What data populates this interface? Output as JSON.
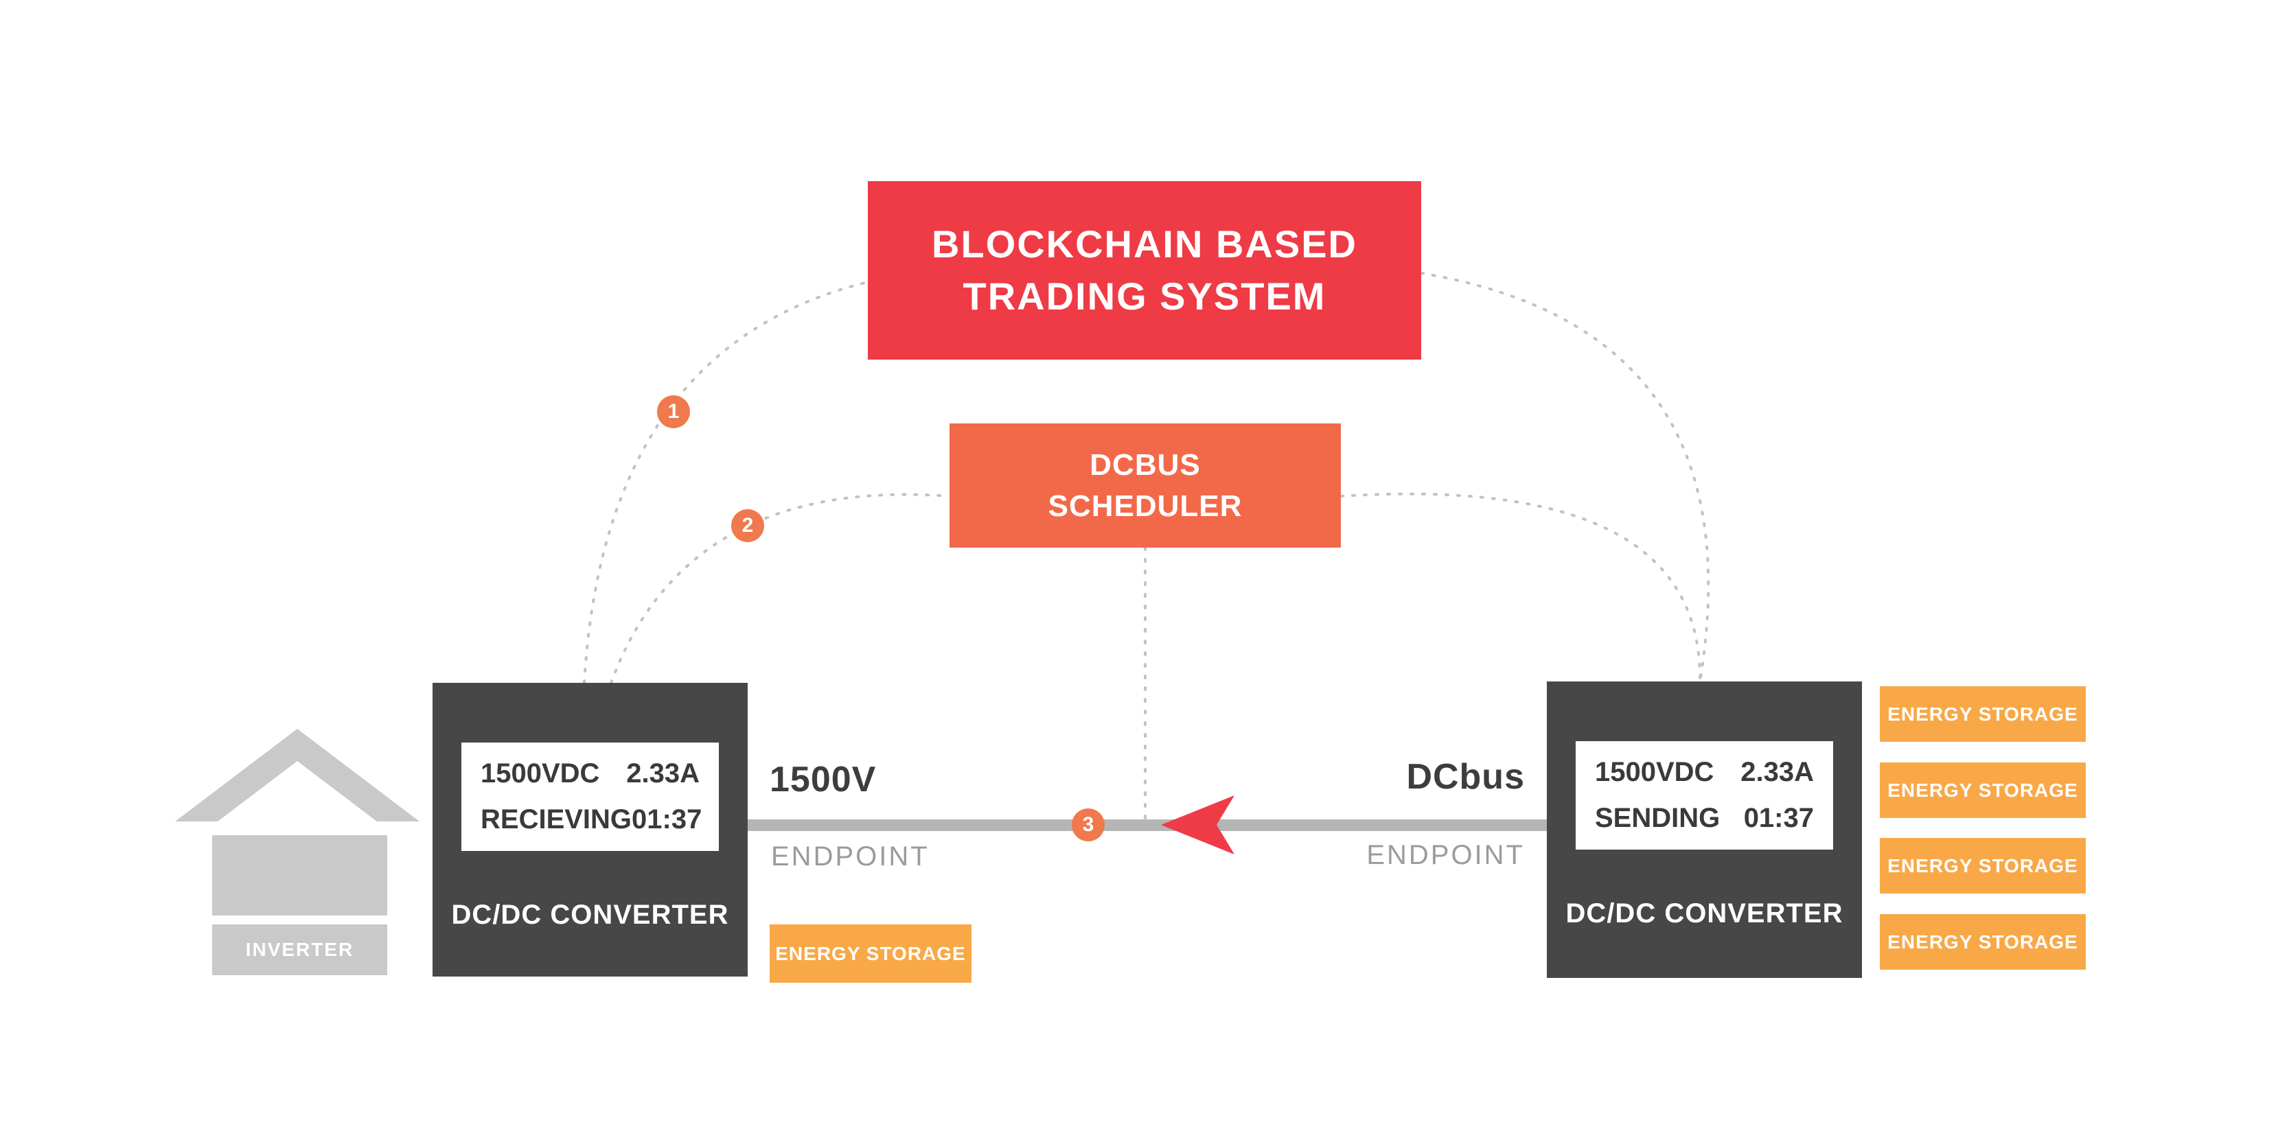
{
  "colors": {
    "trading_red": "#ee3b46",
    "scheduler_orange": "#f2694a",
    "storage_amber": "#f9a848",
    "badge_orange": "#f0794d",
    "converter_dark": "#474747",
    "house_gray": "#c9c9c9",
    "bus_gray": "#b5b5b5",
    "muted_text": "#9b9b9b",
    "dark_text": "#3d3d3d"
  },
  "trading_system": {
    "line1": "BLOCKCHAIN BASED",
    "line2": "TRADING SYSTEM"
  },
  "scheduler": {
    "line1": "DCBUS",
    "line2": "SCHEDULER"
  },
  "left_converter": {
    "display": {
      "voltage": "1500VDC",
      "current": "2.33A",
      "mode": "RECIEVING",
      "time": "01:37"
    },
    "label": "DC/DC CONVERTER"
  },
  "right_converter": {
    "display": {
      "voltage": "1500VDC",
      "current": "2.33A",
      "mode": "SENDING",
      "time": "01:37"
    },
    "label": "DC/DC CONVERTER"
  },
  "bus": {
    "left_label": "1500V",
    "left_sublabel": "ENDPOINT",
    "right_label": "DCbus",
    "right_sublabel": "ENDPOINT"
  },
  "house": {
    "label": "INVERTER"
  },
  "badges": [
    "1",
    "2",
    "3"
  ],
  "energy_storage": {
    "left": [
      "ENERGY STORAGE"
    ],
    "right": [
      "ENERGY STORAGE",
      "ENERGY STORAGE",
      "ENERGY STORAGE",
      "ENERGY STORAGE"
    ]
  }
}
